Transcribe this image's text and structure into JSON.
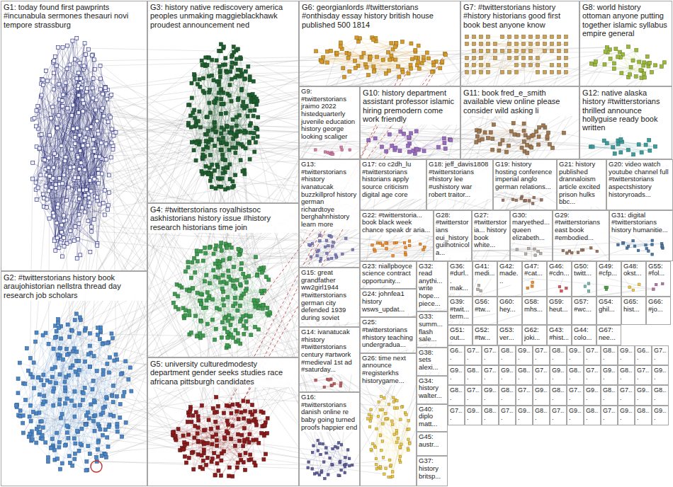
{
  "diagram": {
    "nodes": [
      {
        "text": [
          "G1: today found first pawprints #incunabula sermones thesauri novi tempore strassburg"
        ]
      },
      {
        "text": [
          "G2: #twitterstorians history book araujohistorian nellstra thread day research job scholars"
        ]
      },
      {
        "text": [
          "G3: history native rediscovery america peoples unmaking maggieblackhawk proudest announcement ned"
        ]
      },
      {
        "text": [
          "G4: #twitterstorians royalhistsoc askhistorians history issue #history research historians time join"
        ]
      },
      {
        "text": [
          "G5: university culturedmodesty department gender seeks studies race africana pittsburgh candidates"
        ]
      },
      {
        "text": [
          "G6: georgianlords #twitterstorians #onthisday essay history british house published 500 1814"
        ]
      },
      {
        "text": [
          "G7: #twitterstorians history #history historians good first book best anyone know"
        ]
      },
      {
        "text": [
          "G8: world history ottoman anyone putting together islamic syllabus empire general"
        ]
      },
      {
        "text": [
          "G9: #twitterstorians jraimo 2022 histedquarterly juvenile education history george looking scaliger"
        ]
      },
      {
        "text": [
          "G10: history department assistant professor islamic hiring premodern come work friendly"
        ]
      },
      {
        "text": [
          "G11: book fred_e_smith available view online please consider wild asking li"
        ]
      },
      {
        "text": [
          "G12: native alaska history #twitterstorians thrilled announce hollyguise ready book written"
        ]
      },
      {
        "text": [
          "G13: #twitterstorians #history ivanatucak buzzkillprof history german richardtoye berghahnhistory learn more"
        ]
      },
      {
        "text": [
          "G14: ivanatucak #history #twitterstorians century #artwork #medieval 1st ad #saturday..."
        ]
      },
      {
        "text": [
          "G15: great grandfather ww2girl1944 #twitterstorians german city defended 1939 during soviet"
        ]
      },
      {
        "text": [
          "G16: #twitterstorians danish online re baby going turned proofs happier end"
        ]
      },
      {
        "text": [
          "G17: co c2dh_lu #twitterstorians historians apply source criticism digital age core"
        ]
      },
      {
        "text": [
          "G18: jeff_davis1808 #twitterstorians #history lee #ushistory war robert traitor..."
        ]
      },
      {
        "text": [
          "G19: history hosting conference imperial anglo german relations..."
        ]
      },
      {
        "text": [
          "G20: video watch youtube channel full #twitterstorians aspectshistory historyroads..."
        ]
      },
      {
        "text": [
          "G21: history published drannaloism article excited prison hulks bbc..."
        ]
      },
      {
        "text": [
          "G22: #twitterstoria... book black week chance speak dr aria..."
        ]
      },
      {
        "text": [
          "G23: niallpboyce science contract opportunity..."
        ]
      },
      {
        "text": [
          "G24: johnfea1 history wsws_updat..."
        ]
      },
      {
        "text": [
          "G25: #twitterstorians #history teaching undergradua..."
        ]
      },
      {
        "text": [
          "G26: time next announce #registerkhs historygame..."
        ]
      },
      {
        "text": [
          "G27: #twitterstoria... history book white..."
        ]
      },
      {
        "text": [
          "G28: #twitterstorians eui_history guilhotnicola..."
        ]
      },
      {
        "text": [
          "G29: #twitterstorians east book #embodied..."
        ]
      },
      {
        "text": [
          "G30: maryethed... queen elizabeth..."
        ]
      },
      {
        "text": [
          "G31: digital #twitterstorians history humanitie..."
        ]
      },
      {
        "text": [
          "G32: read anythi... write hope... piece..."
        ]
      },
      {
        "text": [
          "G33: summ... flash sale..."
        ]
      },
      {
        "text": [
          "G38: sets alexi..."
        ]
      },
      {
        "text": [
          "G34: history walter..."
        ]
      },
      {
        "text": [
          "G40: diplo matt..."
        ]
      },
      {
        "text": [
          "G45: austr..."
        ]
      },
      {
        "text": [
          "G37: history britsp..."
        ]
      },
      {
        "text": [
          "G36: #durl... mak..."
        ]
      },
      {
        "text": [
          "G41: medi..."
        ]
      },
      {
        "text": [
          "G42: made..."
        ]
      },
      {
        "text": [
          "G47: #cat..."
        ]
      },
      {
        "text": [
          "G46: #cdn..."
        ]
      },
      {
        "text": [
          "G50: twitt..."
        ]
      },
      {
        "text": [
          "G49: #cfp..."
        ]
      },
      {
        "text": [
          "G48: okst..."
        ]
      },
      {
        "text": [
          "G55: #fol..."
        ]
      },
      {
        "text": [
          "G39: #twit... term..."
        ]
      },
      {
        "text": [
          "G56: #tw..."
        ]
      },
      {
        "text": [
          "G60: hey..."
        ]
      },
      {
        "text": [
          "G58: mhs..."
        ]
      },
      {
        "text": [
          "G59: heut..."
        ]
      },
      {
        "text": [
          "G57: #wc..."
        ]
      },
      {
        "text": [
          "G54: ghil..."
        ]
      },
      {
        "text": [
          "G65: hist..."
        ]
      },
      {
        "text": [
          "G66: #jo..."
        ]
      },
      {
        "text": [
          "G51: out..."
        ]
      },
      {
        "text": [
          "G52: #tw..."
        ]
      },
      {
        "text": [
          "G53: ver..."
        ]
      },
      {
        "text": [
          "G62: joki..."
        ]
      },
      {
        "text": [
          "G43: #hist..."
        ]
      },
      {
        "text": [
          "G44: colo..."
        ]
      },
      {
        "text": [
          "G67: nee..."
        ]
      },
      {
        "text": [
          "G6..."
        ]
      },
      {
        "text": [
          "G7..."
        ]
      },
      {
        "text": [
          "G7..."
        ]
      },
      {
        "text": [
          "G8..."
        ]
      },
      {
        "text": [
          "G9..."
        ]
      },
      {
        "text": [
          "G7..."
        ]
      },
      {
        "text": [
          "G8..."
        ]
      },
      {
        "text": [
          "G9..."
        ]
      },
      {
        "text": [
          "G7..."
        ]
      },
      {
        "text": [
          "G8..."
        ]
      },
      {
        "text": [
          "G9..."
        ]
      },
      {
        "text": [
          "G6..."
        ]
      },
      {
        "text": [
          "G7..."
        ]
      },
      {
        "text": [
          "G9..."
        ]
      },
      {
        "text": [
          "G8..."
        ]
      },
      {
        "text": [
          "G7..."
        ]
      },
      {
        "text": [
          "G9..."
        ]
      },
      {
        "text": [
          "G8..."
        ]
      },
      {
        "text": [
          "G7..."
        ]
      },
      {
        "text": [
          "G9..."
        ]
      },
      {
        "text": [
          "G8..."
        ]
      },
      {
        "text": [
          "G7..."
        ]
      },
      {
        "text": [
          "G9..."
        ]
      },
      {
        "text": [
          "G8..."
        ]
      },
      {
        "text": [
          "G7..."
        ]
      },
      {
        "text": [
          "G9..."
        ]
      },
      {
        "text": [
          "G8..."
        ]
      },
      {
        "text": [
          "G7..."
        ]
      },
      {
        "text": [
          "G9..."
        ]
      },
      {
        "text": [
          "G8..."
        ]
      },
      {
        "text": [
          "G7..."
        ]
      },
      {
        "text": [
          "G9..."
        ]
      },
      {
        "text": [
          "G8..."
        ]
      },
      {
        "text": [
          "G7..."
        ]
      },
      {
        "text": [
          "G9..."
        ]
      },
      {
        "text": [
          "G8..."
        ]
      },
      {
        "text": [
          "G7..."
        ]
      },
      {
        "text": [
          "G9..."
        ]
      },
      {
        "text": [
          "G8..."
        ]
      },
      {
        "text": [
          "G7..."
        ]
      },
      {
        "text": [
          "G9..."
        ]
      },
      {
        "text": [
          "G8..."
        ]
      },
      {
        "text": [
          "G7..."
        ]
      },
      {
        "text": [
          "G9..."
        ]
      },
      {
        "text": [
          "G8..."
        ]
      },
      {
        "text": [
          "G7..."
        ]
      },
      {
        "text": [
          "G9..."
        ]
      },
      {
        "text": [
          "G8..."
        ]
      },
      {
        "text": [
          "G7..."
        ]
      },
      {
        "text": [
          "G9..."
        ]
      },
      {
        "text": [
          "G8..."
        ]
      },
      {
        "text": [
          "G9..."
        ]
      }
    ]
  }
}
